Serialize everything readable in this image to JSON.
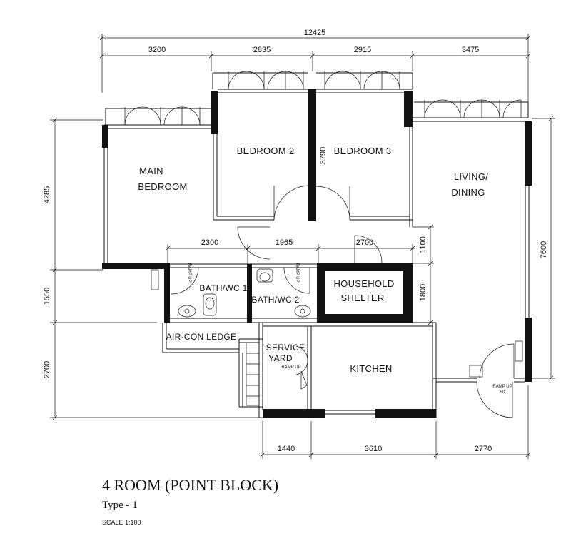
{
  "plan": {
    "title": "4 ROOM (POINT BLOCK)",
    "type": "Type - 1",
    "scale": "SCALE 1:100"
  },
  "dimensions": {
    "top_total": "12425",
    "top_1": "3200",
    "top_2": "2835",
    "top_3": "2915",
    "top_4": "3475",
    "left_1": "4285",
    "left_2": "1550",
    "left_3": "2700",
    "right_1": "7600",
    "mid_1": "2300",
    "mid_2": "1965",
    "mid_3": "2700",
    "mid_4": "1100",
    "shelter_h": "1800",
    "bed3_h": "3790",
    "bottom_1": "1440",
    "bottom_2": "3610",
    "bottom_3": "2770"
  },
  "rooms": {
    "main_bedroom_1": "MAIN",
    "main_bedroom_2": "BEDROOM",
    "bedroom2": "BEDROOM  2",
    "bedroom3": "BEDROOM  3",
    "living_1": "LIVING/",
    "living_2": "DINING",
    "bath1": "BATH/WC 1",
    "bath2": "BATH/WC 2",
    "shelter_1": "HOUSEHOLD",
    "shelter_2": "SHELTER",
    "aircon": "AIR-CON LEDGE",
    "service_1": "SERVICE",
    "service_2": "YARD",
    "kitchen": "KITCHEN"
  },
  "ramps": {
    "ramp_yard": "RAMP UP",
    "ramp_entry": "RAMP UP",
    "ramp_entry_val": "50",
    "ramp_bath1": "RAMP UP",
    "ramp_bath2": "RAMP UP"
  }
}
